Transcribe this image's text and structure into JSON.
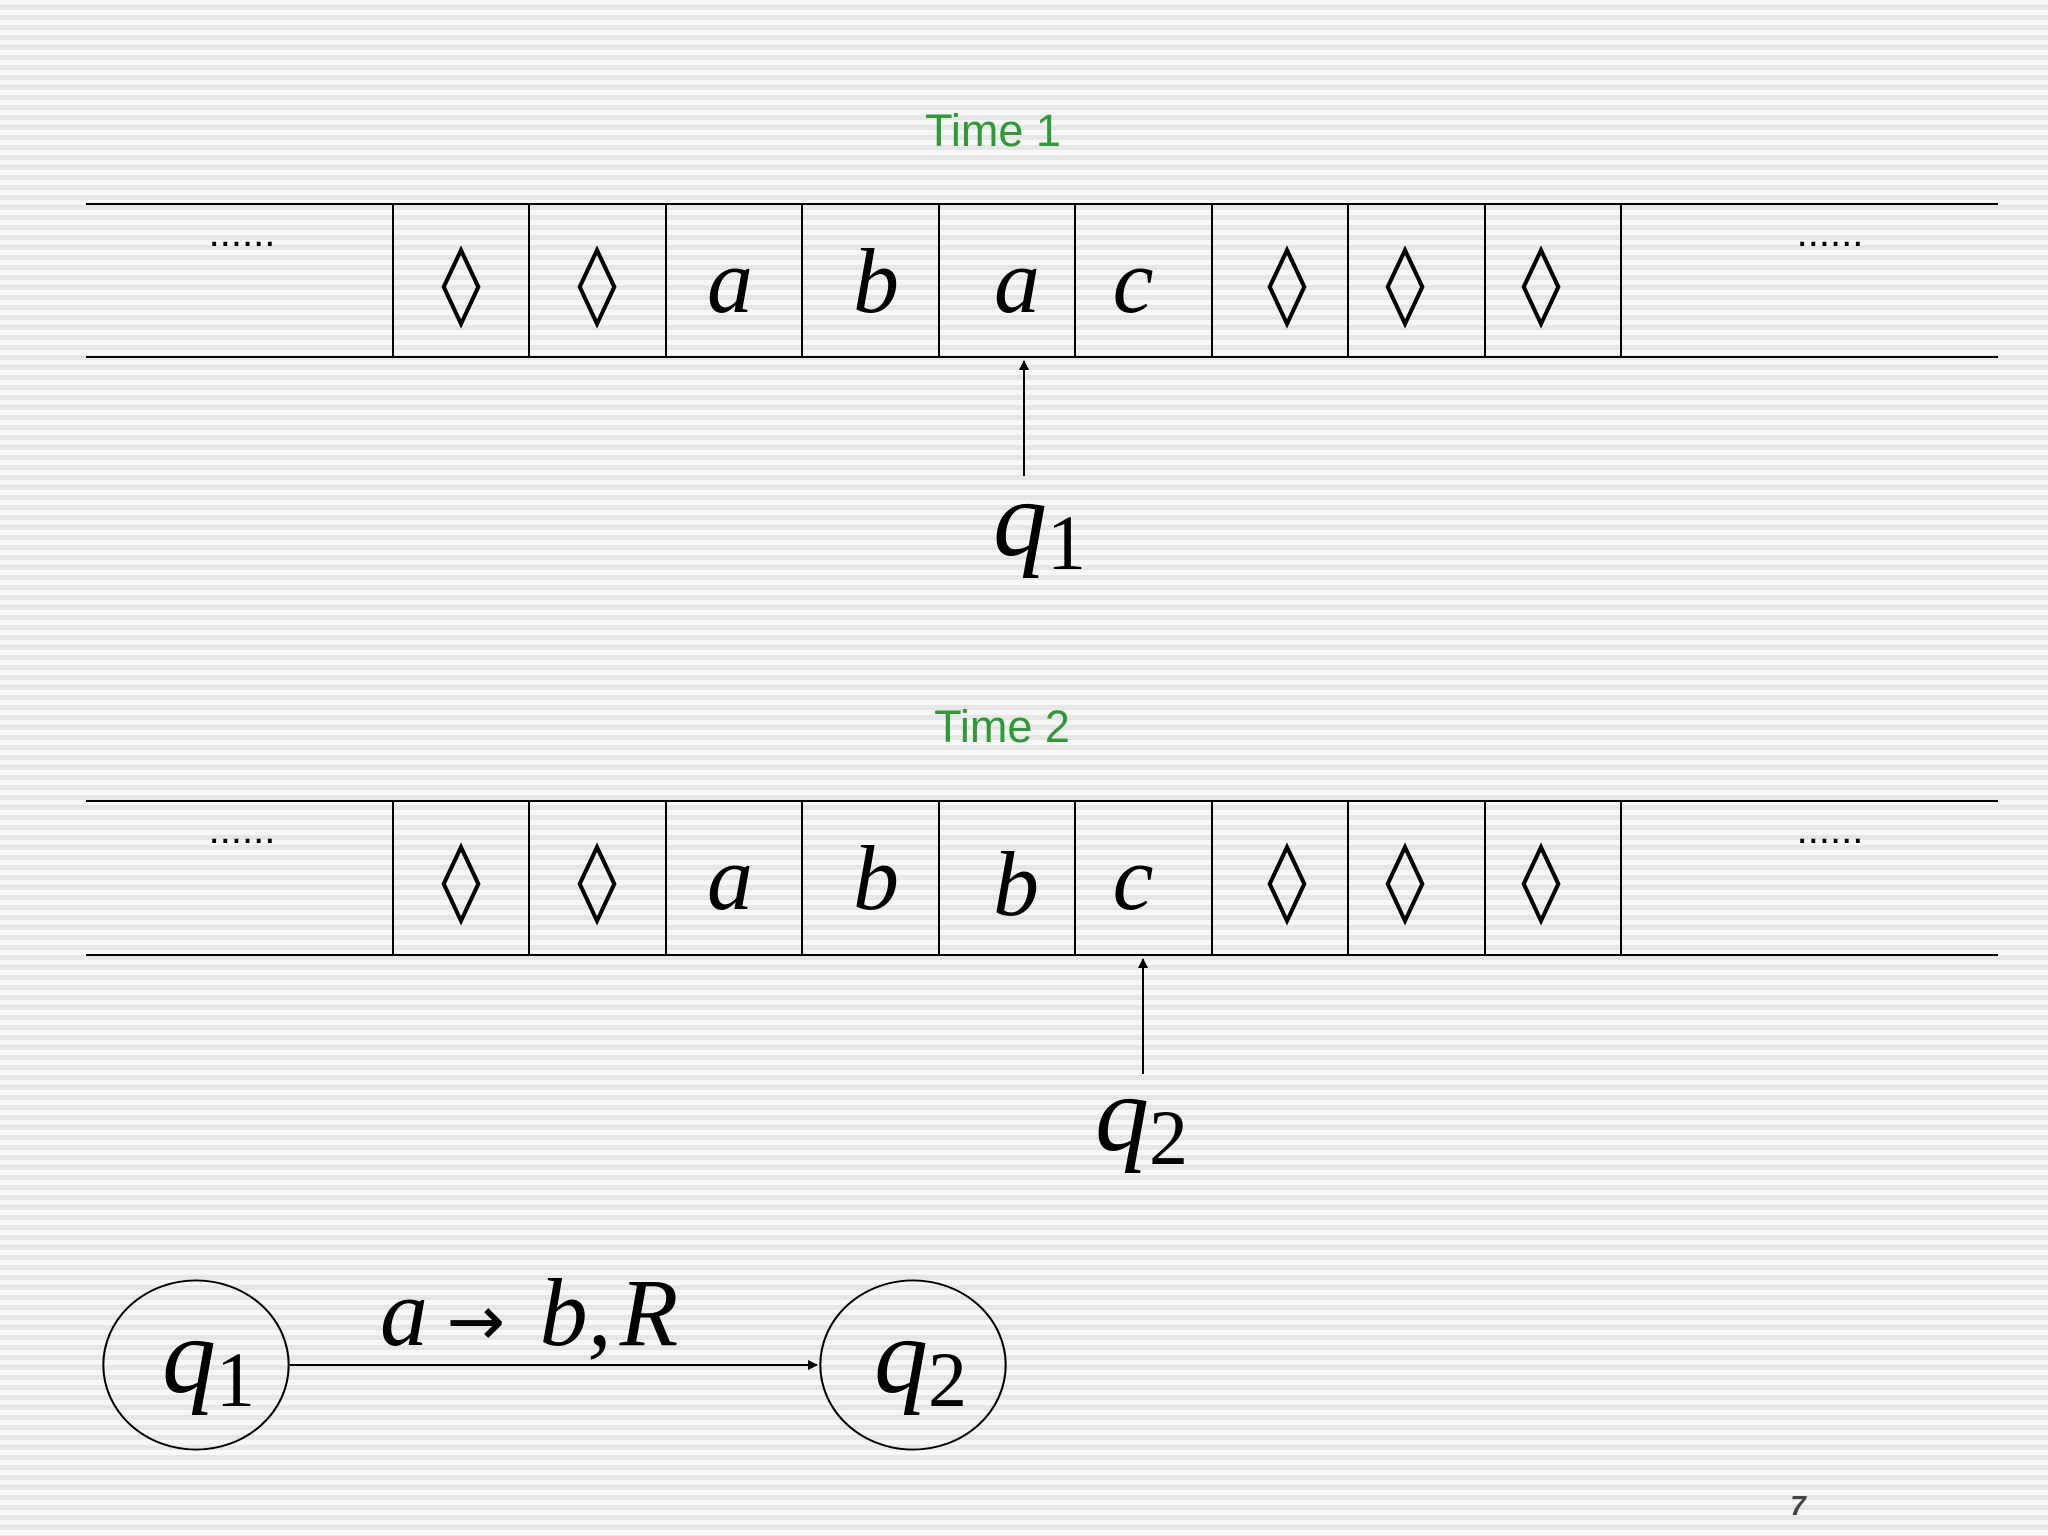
{
  "tapes": [
    {
      "label": "Time 1",
      "left_ellipsis": "......",
      "right_ellipsis": "......",
      "cells": [
        "◊",
        "◊",
        "a",
        "b",
        "a",
        "c",
        "◊",
        "◊",
        "◊"
      ],
      "head_index": 4,
      "state": {
        "letter": "q",
        "sub": "1"
      }
    },
    {
      "label": "Time 2",
      "left_ellipsis": "......",
      "right_ellipsis": "......",
      "cells": [
        "◊",
        "◊",
        "a",
        "b",
        "b",
        "c",
        "◊",
        "◊",
        "◊"
      ],
      "head_index": 5,
      "state": {
        "letter": "q",
        "sub": "2"
      }
    }
  ],
  "blank_symbol": "◊",
  "transition": {
    "from": {
      "letter": "q",
      "sub": "1"
    },
    "to": {
      "letter": "q",
      "sub": "2"
    },
    "read": "a",
    "arrow": "→",
    "write": "b",
    "separator": ",",
    "move": "R"
  },
  "page_number": "7"
}
